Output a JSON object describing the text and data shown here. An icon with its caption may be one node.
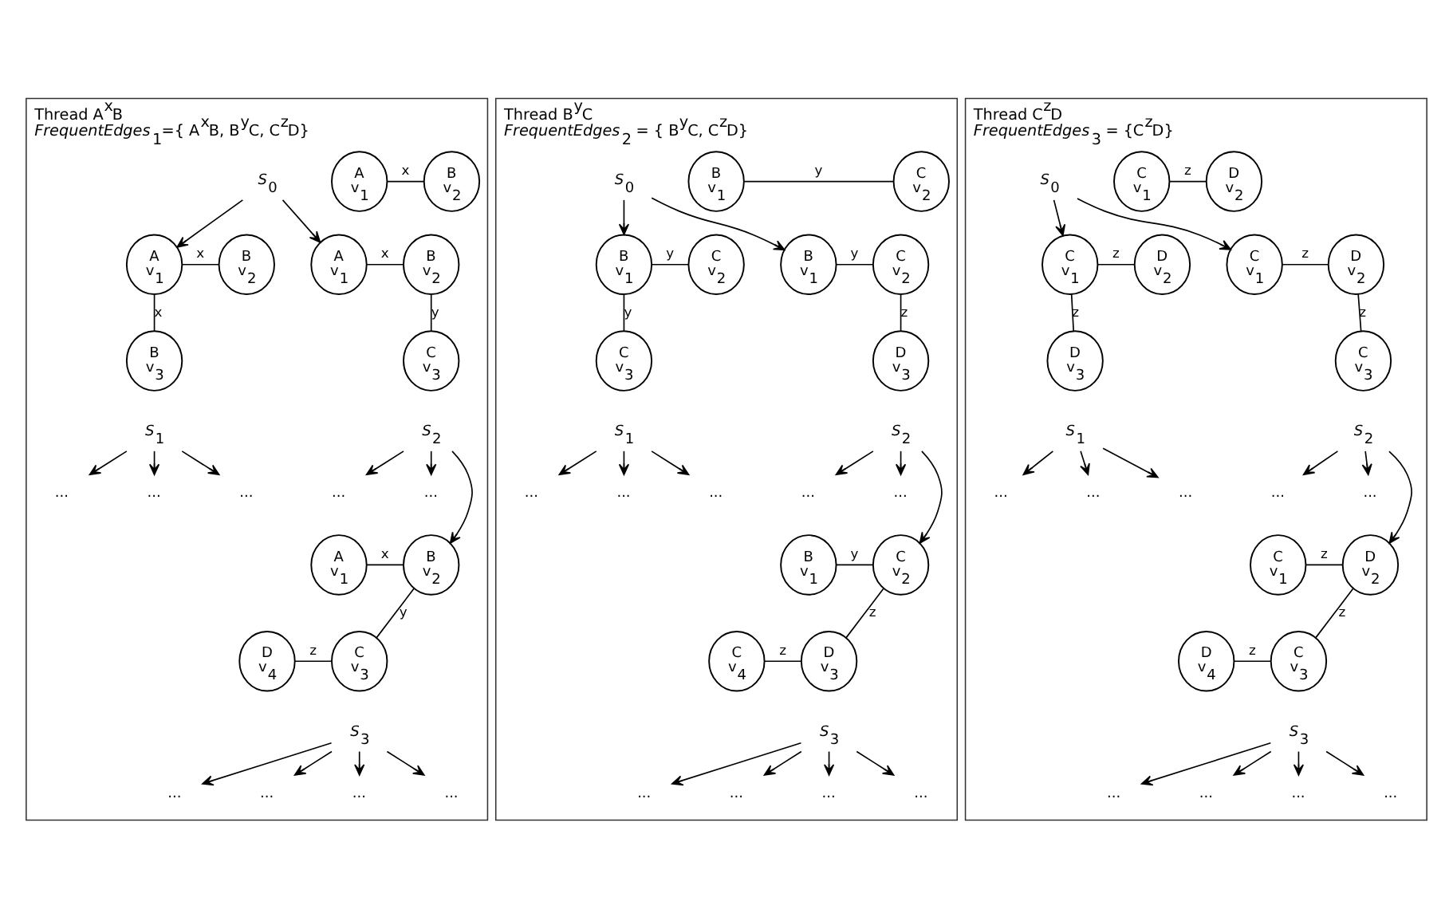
{
  "diagram": {
    "nodes": [
      {
        "text": [
          "Thread A$^{x}$B",
          "*FrequentEdges*$_{1}$={ A$^{x}$B, B$^{y}$C, C$^{z}$D}"
        ]
      },
      {
        "text": [
          "*S*$_{0}$"
        ],
        "in": 0
      },
      {
        "text": [
          "A",
          "v$_{1}$"
        ],
        "in": 0
      },
      {
        "text": [
          "B",
          "v$_{2}$"
        ],
        "in": 0
      },
      {
        "text": [
          "A",
          "v$_{1}$"
        ],
        "in": 0
      },
      {
        "text": [
          "B",
          "v$_{2}$"
        ],
        "in": 0
      },
      {
        "text": [
          "B",
          "v$_{3}$"
        ],
        "in": 0
      },
      {
        "text": [
          "*S*$_{1}$"
        ],
        "in": 0
      },
      {
        "text": [
          "A",
          "v$_{1}$"
        ],
        "in": 0
      },
      {
        "text": [
          "B",
          "v$_{2}$"
        ],
        "in": 0
      },
      {
        "text": [
          "C",
          "v$_{3}$"
        ],
        "in": 0
      },
      {
        "text": [
          "*S*$_{2}$"
        ],
        "in": 0
      },
      {
        "text": [
          "..."
        ],
        "in": 0
      },
      {
        "text": [
          "..."
        ],
        "in": 0
      },
      {
        "text": [
          "..."
        ],
        "in": 0
      },
      {
        "text": [
          "..."
        ],
        "in": 0
      },
      {
        "text": [
          "..."
        ],
        "in": 0
      },
      {
        "text": [
          "A",
          "v$_{1}$"
        ],
        "in": 0
      },
      {
        "text": [
          "B",
          "v$_{2}$"
        ],
        "in": 0
      },
      {
        "text": [
          "D",
          "v$_{4}$"
        ],
        "in": 0
      },
      {
        "text": [
          "C",
          "v$_{3}$"
        ],
        "in": 0
      },
      {
        "text": [
          "*S*$_{3}$"
        ],
        "in": 0
      },
      {
        "text": [
          "..."
        ],
        "in": 0
      },
      {
        "text": [
          "..."
        ],
        "in": 0
      },
      {
        "text": [
          "..."
        ],
        "in": 0
      },
      {
        "text": [
          "..."
        ],
        "in": 0
      },
      {
        "text": [
          "Thread B$^{y}$C",
          "*FrequentEdges*$_{2}$ = { B$^{y}$C, C$^{z}$D}"
        ]
      },
      {
        "text": [
          "*S*$_{0}$"
        ],
        "in": 26
      },
      {
        "text": [
          "B",
          "v$_{1}$"
        ],
        "in": 26
      },
      {
        "text": [
          "C",
          "v$_{2}$"
        ],
        "in": 26
      },
      {
        "text": [
          "B",
          "v$_{1}$"
        ],
        "in": 26
      },
      {
        "text": [
          "C",
          "v$_{2}$"
        ],
        "in": 26
      },
      {
        "text": [
          "C",
          "v$_{3}$"
        ],
        "in": 26
      },
      {
        "text": [
          "*S*$_{1}$"
        ],
        "in": 26
      },
      {
        "text": [
          "B",
          "v$_{1}$"
        ],
        "in": 26
      },
      {
        "text": [
          "C",
          "v$_{2}$"
        ],
        "in": 26
      },
      {
        "text": [
          "D",
          "v$_{3}$"
        ],
        "in": 26
      },
      {
        "text": [
          "*S*$_{2}$"
        ],
        "in": 26
      },
      {
        "text": [
          "..."
        ],
        "in": 26
      },
      {
        "text": [
          "..."
        ],
        "in": 26
      },
      {
        "text": [
          "..."
        ],
        "in": 26
      },
      {
        "text": [
          "..."
        ],
        "in": 26
      },
      {
        "text": [
          "..."
        ],
        "in": 26
      },
      {
        "text": [
          "B",
          "v$_{1}$"
        ],
        "in": 26
      },
      {
        "text": [
          "C",
          "v$_{2}$"
        ],
        "in": 26
      },
      {
        "text": [
          "C",
          "v$_{4}$"
        ],
        "in": 26
      },
      {
        "text": [
          "D",
          "v$_{3}$"
        ],
        "in": 26
      },
      {
        "text": [
          "*S*$_{3}$"
        ],
        "in": 26
      },
      {
        "text": [
          "..."
        ],
        "in": 26
      },
      {
        "text": [
          "..."
        ],
        "in": 26
      },
      {
        "text": [
          "..."
        ],
        "in": 26
      },
      {
        "text": [
          "..."
        ],
        "in": 26
      },
      {
        "text": [
          "Thread C$^{z}$D",
          "*FrequentEdges*$_{3}$ = {C$^{z}$D}"
        ]
      },
      {
        "text": [
          "*S*$_{0}$"
        ],
        "in": 52
      },
      {
        "text": [
          "C",
          "v$_{1}$"
        ],
        "in": 52
      },
      {
        "text": [
          "D",
          "v$_{2}$"
        ],
        "in": 52
      },
      {
        "text": [
          "C",
          "v$_{1}$"
        ],
        "in": 52
      },
      {
        "text": [
          "D",
          "v$_{2}$"
        ],
        "in": 52
      },
      {
        "text": [
          "D",
          "v$_{3}$"
        ],
        "in": 52
      },
      {
        "text": [
          "*S*$_{1}$"
        ],
        "in": 52
      },
      {
        "text": [
          "C",
          "v$_{1}$"
        ],
        "in": 52
      },
      {
        "text": [
          "D",
          "v$_{2}$"
        ],
        "in": 52
      },
      {
        "text": [
          "C",
          "v$_{3}$"
        ],
        "in": 52
      },
      {
        "text": [
          "*S*$_{2}$"
        ],
        "in": 52
      },
      {
        "text": [
          "..."
        ],
        "in": 52
      },
      {
        "text": [
          "..."
        ],
        "in": 52
      },
      {
        "text": [
          "..."
        ],
        "in": 52
      },
      {
        "text": [
          "..."
        ],
        "in": 52
      },
      {
        "text": [
          "..."
        ],
        "in": 52
      },
      {
        "text": [
          "C",
          "v$_{1}$"
        ],
        "in": 52
      },
      {
        "text": [
          "D",
          "v$_{2}$"
        ],
        "in": 52
      },
      {
        "text": [
          "D",
          "v$_{4}$"
        ],
        "in": 52
      },
      {
        "text": [
          "C",
          "v$_{3}$"
        ],
        "in": 52
      },
      {
        "text": [
          "*S*$_{3}$"
        ],
        "in": 52
      },
      {
        "text": [
          "..."
        ],
        "in": 52
      },
      {
        "text": [
          "..."
        ],
        "in": 52
      },
      {
        "text": [
          "..."
        ],
        "in": 52
      },
      {
        "text": [
          "..."
        ],
        "in": 52
      }
    ],
    "edges": [
      {
        "from": 2,
        "to": 3,
        "label": "x",
        "arrow": "none"
      },
      {
        "from": 1,
        "to": 4,
        "arrow": "to"
      },
      {
        "from": 1,
        "to": 8,
        "arrow": "to"
      },
      {
        "from": 4,
        "to": 5,
        "label": "x",
        "arrow": "none"
      },
      {
        "from": 4,
        "to": 6,
        "label": "x",
        "arrow": "none"
      },
      {
        "from": 8,
        "to": 9,
        "label": "x",
        "arrow": "none"
      },
      {
        "from": 9,
        "to": 10,
        "label": "y",
        "arrow": "none"
      },
      {
        "from": 7,
        "to": 12,
        "arrow": "to"
      },
      {
        "from": 7,
        "to": 13,
        "arrow": "to"
      },
      {
        "from": 7,
        "to": 14,
        "arrow": "to"
      },
      {
        "from": 11,
        "to": 15,
        "arrow": "to"
      },
      {
        "from": 11,
        "to": 16,
        "arrow": "to"
      },
      {
        "from": 11,
        "to": 18,
        "arrow": "to"
      },
      {
        "from": 17,
        "to": 18,
        "label": "x",
        "arrow": "none"
      },
      {
        "from": 18,
        "to": 20,
        "label": "y",
        "arrow": "none"
      },
      {
        "from": 19,
        "to": 20,
        "label": "z",
        "arrow": "none"
      },
      {
        "from": 21,
        "to": 22,
        "arrow": "to"
      },
      {
        "from": 21,
        "to": 23,
        "arrow": "to"
      },
      {
        "from": 21,
        "to": 24,
        "arrow": "to"
      },
      {
        "from": 21,
        "to": 25,
        "arrow": "to"
      },
      {
        "from": 28,
        "to": 29,
        "label": "y",
        "arrow": "none"
      },
      {
        "from": 27,
        "to": 30,
        "arrow": "to"
      },
      {
        "from": 27,
        "to": 34,
        "arrow": "to"
      },
      {
        "from": 30,
        "to": 31,
        "label": "y",
        "arrow": "none"
      },
      {
        "from": 30,
        "to": 32,
        "label": "y",
        "arrow": "none"
      },
      {
        "from": 34,
        "to": 35,
        "label": "y",
        "arrow": "none"
      },
      {
        "from": 35,
        "to": 36,
        "label": "z",
        "arrow": "none"
      },
      {
        "from": 33,
        "to": 38,
        "arrow": "to"
      },
      {
        "from": 33,
        "to": 39,
        "arrow": "to"
      },
      {
        "from": 33,
        "to": 40,
        "arrow": "to"
      },
      {
        "from": 37,
        "to": 41,
        "arrow": "to"
      },
      {
        "from": 37,
        "to": 42,
        "arrow": "to"
      },
      {
        "from": 37,
        "to": 44,
        "arrow": "to"
      },
      {
        "from": 43,
        "to": 44,
        "label": "y",
        "arrow": "none"
      },
      {
        "from": 44,
        "to": 46,
        "label": "z",
        "arrow": "none"
      },
      {
        "from": 45,
        "to": 46,
        "label": "z",
        "arrow": "none"
      },
      {
        "from": 47,
        "to": 48,
        "arrow": "to"
      },
      {
        "from": 47,
        "to": 49,
        "arrow": "to"
      },
      {
        "from": 47,
        "to": 50,
        "arrow": "to"
      },
      {
        "from": 47,
        "to": 51,
        "arrow": "to"
      },
      {
        "from": 54,
        "to": 55,
        "label": "z",
        "arrow": "none"
      },
      {
        "from": 53,
        "to": 56,
        "arrow": "to"
      },
      {
        "from": 53,
        "to": 60,
        "arrow": "to"
      },
      {
        "from": 56,
        "to": 57,
        "label": "z",
        "arrow": "none"
      },
      {
        "from": 56,
        "to": 58,
        "label": "z",
        "arrow": "none"
      },
      {
        "from": 60,
        "to": 61,
        "label": "z",
        "arrow": "none"
      },
      {
        "from": 61,
        "to": 62,
        "label": "z",
        "arrow": "none"
      },
      {
        "from": 59,
        "to": 64,
        "arrow": "to"
      },
      {
        "from": 59,
        "to": 65,
        "arrow": "to"
      },
      {
        "from": 59,
        "to": 66,
        "arrow": "to"
      },
      {
        "from": 63,
        "to": 67,
        "arrow": "to"
      },
      {
        "from": 63,
        "to": 68,
        "arrow": "to"
      },
      {
        "from": 63,
        "to": 70,
        "arrow": "to"
      },
      {
        "from": 69,
        "to": 70,
        "label": "z",
        "arrow": "none"
      },
      {
        "from": 70,
        "to": 72,
        "label": "z",
        "arrow": "none"
      },
      {
        "from": 71,
        "to": 72,
        "label": "z",
        "arrow": "none"
      },
      {
        "from": 73,
        "to": 74,
        "arrow": "to"
      },
      {
        "from": 73,
        "to": 75,
        "arrow": "to"
      },
      {
        "from": 73,
        "to": 76,
        "arrow": "to"
      },
      {
        "from": 73,
        "to": 77,
        "arrow": "to"
      }
    ]
  }
}
